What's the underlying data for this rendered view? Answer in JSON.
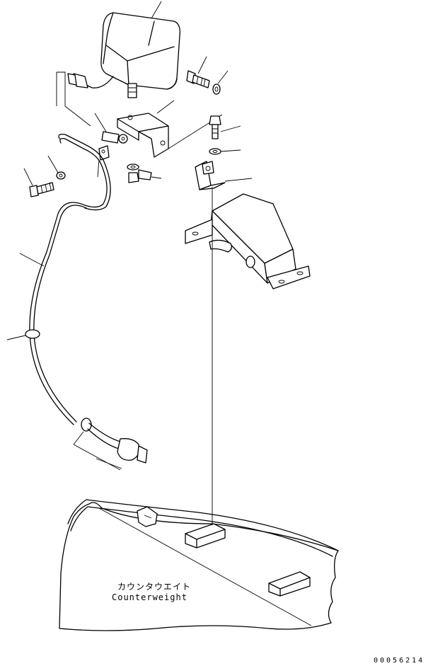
{
  "labels": {
    "counterweight_jp": "カウンタウエイト",
    "counterweight_en": "Counterweight",
    "figure_number": "00056214"
  },
  "parts": [
    {
      "name": "work-lamp"
    },
    {
      "name": "lamp-bracket"
    },
    {
      "name": "mounting-stand"
    },
    {
      "name": "wiring-harness"
    },
    {
      "name": "harness-clamp"
    },
    {
      "name": "bolt"
    },
    {
      "name": "washer"
    },
    {
      "name": "nut"
    },
    {
      "name": "connector"
    },
    {
      "name": "counterweight"
    }
  ]
}
